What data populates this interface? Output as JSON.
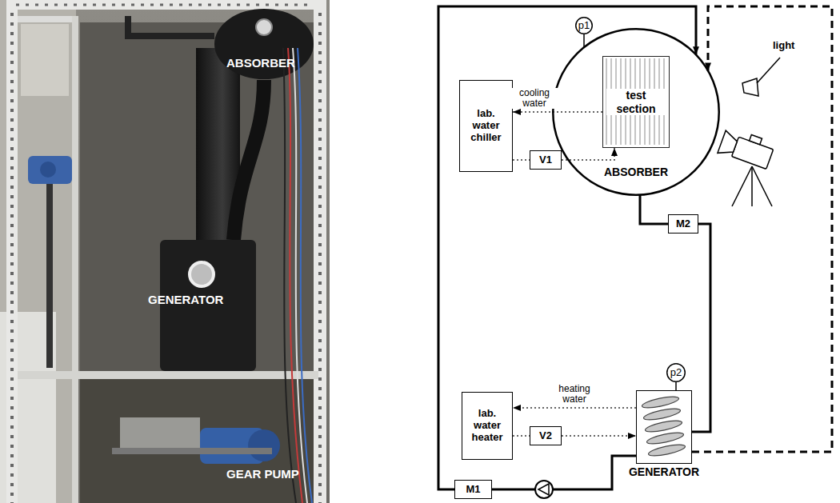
{
  "diagram": {
    "nodes": [
      {
        "text": [
          "p1"
        ]
      },
      {
        "text": [
          "ABSORBER"
        ]
      },
      {
        "text": [
          "test section"
        ],
        "in": 1
      },
      {
        "text": [
          "lab. water chiller"
        ]
      },
      {
        "text": [
          "V1"
        ]
      },
      {
        "text": [
          "M2"
        ]
      },
      {
        "text": [
          "p2"
        ]
      },
      {
        "text": [
          "GENERATOR"
        ]
      },
      {
        "text": [
          "lab. water heater"
        ]
      },
      {
        "text": [
          "V2"
        ]
      },
      {
        "text": [
          "M1"
        ]
      }
    ],
    "edges": [
      {
        "from": 0,
        "to": 1,
        "arrow": "none"
      },
      {
        "from": 2,
        "to": 3,
        "arrow": "to",
        "label": "cooling water"
      },
      {
        "from": 3,
        "to": 4,
        "arrow": "none"
      },
      {
        "from": 4,
        "to": 2,
        "arrow": "to"
      },
      {
        "from": 1,
        "to": 5,
        "arrow": "none"
      },
      {
        "from": 5,
        "to": 7,
        "arrow": "none"
      },
      {
        "from": 6,
        "to": 7,
        "arrow": "none"
      },
      {
        "from": 7,
        "to": 8,
        "arrow": "to",
        "label": "heating water"
      },
      {
        "from": 8,
        "to": 9,
        "arrow": "none"
      },
      {
        "from": 9,
        "to": 7,
        "arrow": "to"
      },
      {
        "from": 7,
        "to": 10,
        "arrow": "none"
      },
      {
        "from": 10,
        "to": 1,
        "arrow": "to"
      },
      {
        "from": 7,
        "to": 1,
        "arrow": "to"
      }
    ],
    "labels": [
      "ABSORBER",
      "GENERATOR",
      "GEAR PUMP",
      "light"
    ]
  }
}
